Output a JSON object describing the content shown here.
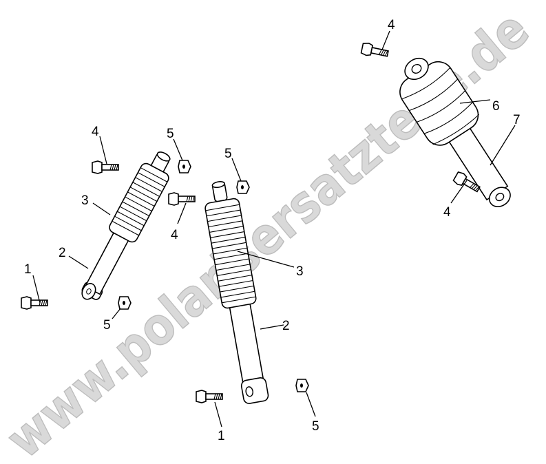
{
  "diagram": {
    "watermark": "www.polarisersatzteile.de",
    "callouts": [
      {
        "id": "c1",
        "text": "4"
      },
      {
        "id": "c2",
        "text": "6"
      },
      {
        "id": "c3",
        "text": "7"
      },
      {
        "id": "c4",
        "text": "4"
      },
      {
        "id": "c5",
        "text": "4"
      },
      {
        "id": "c6",
        "text": "5"
      },
      {
        "id": "c7",
        "text": "3"
      },
      {
        "id": "c8",
        "text": "5"
      },
      {
        "id": "c9",
        "text": "4"
      },
      {
        "id": "c10",
        "text": "3"
      },
      {
        "id": "c11",
        "text": "2"
      },
      {
        "id": "c12",
        "text": "1"
      },
      {
        "id": "c13",
        "text": "2"
      },
      {
        "id": "c14",
        "text": "5"
      },
      {
        "id": "c15",
        "text": "1"
      },
      {
        "id": "c16",
        "text": "5"
      }
    ]
  }
}
